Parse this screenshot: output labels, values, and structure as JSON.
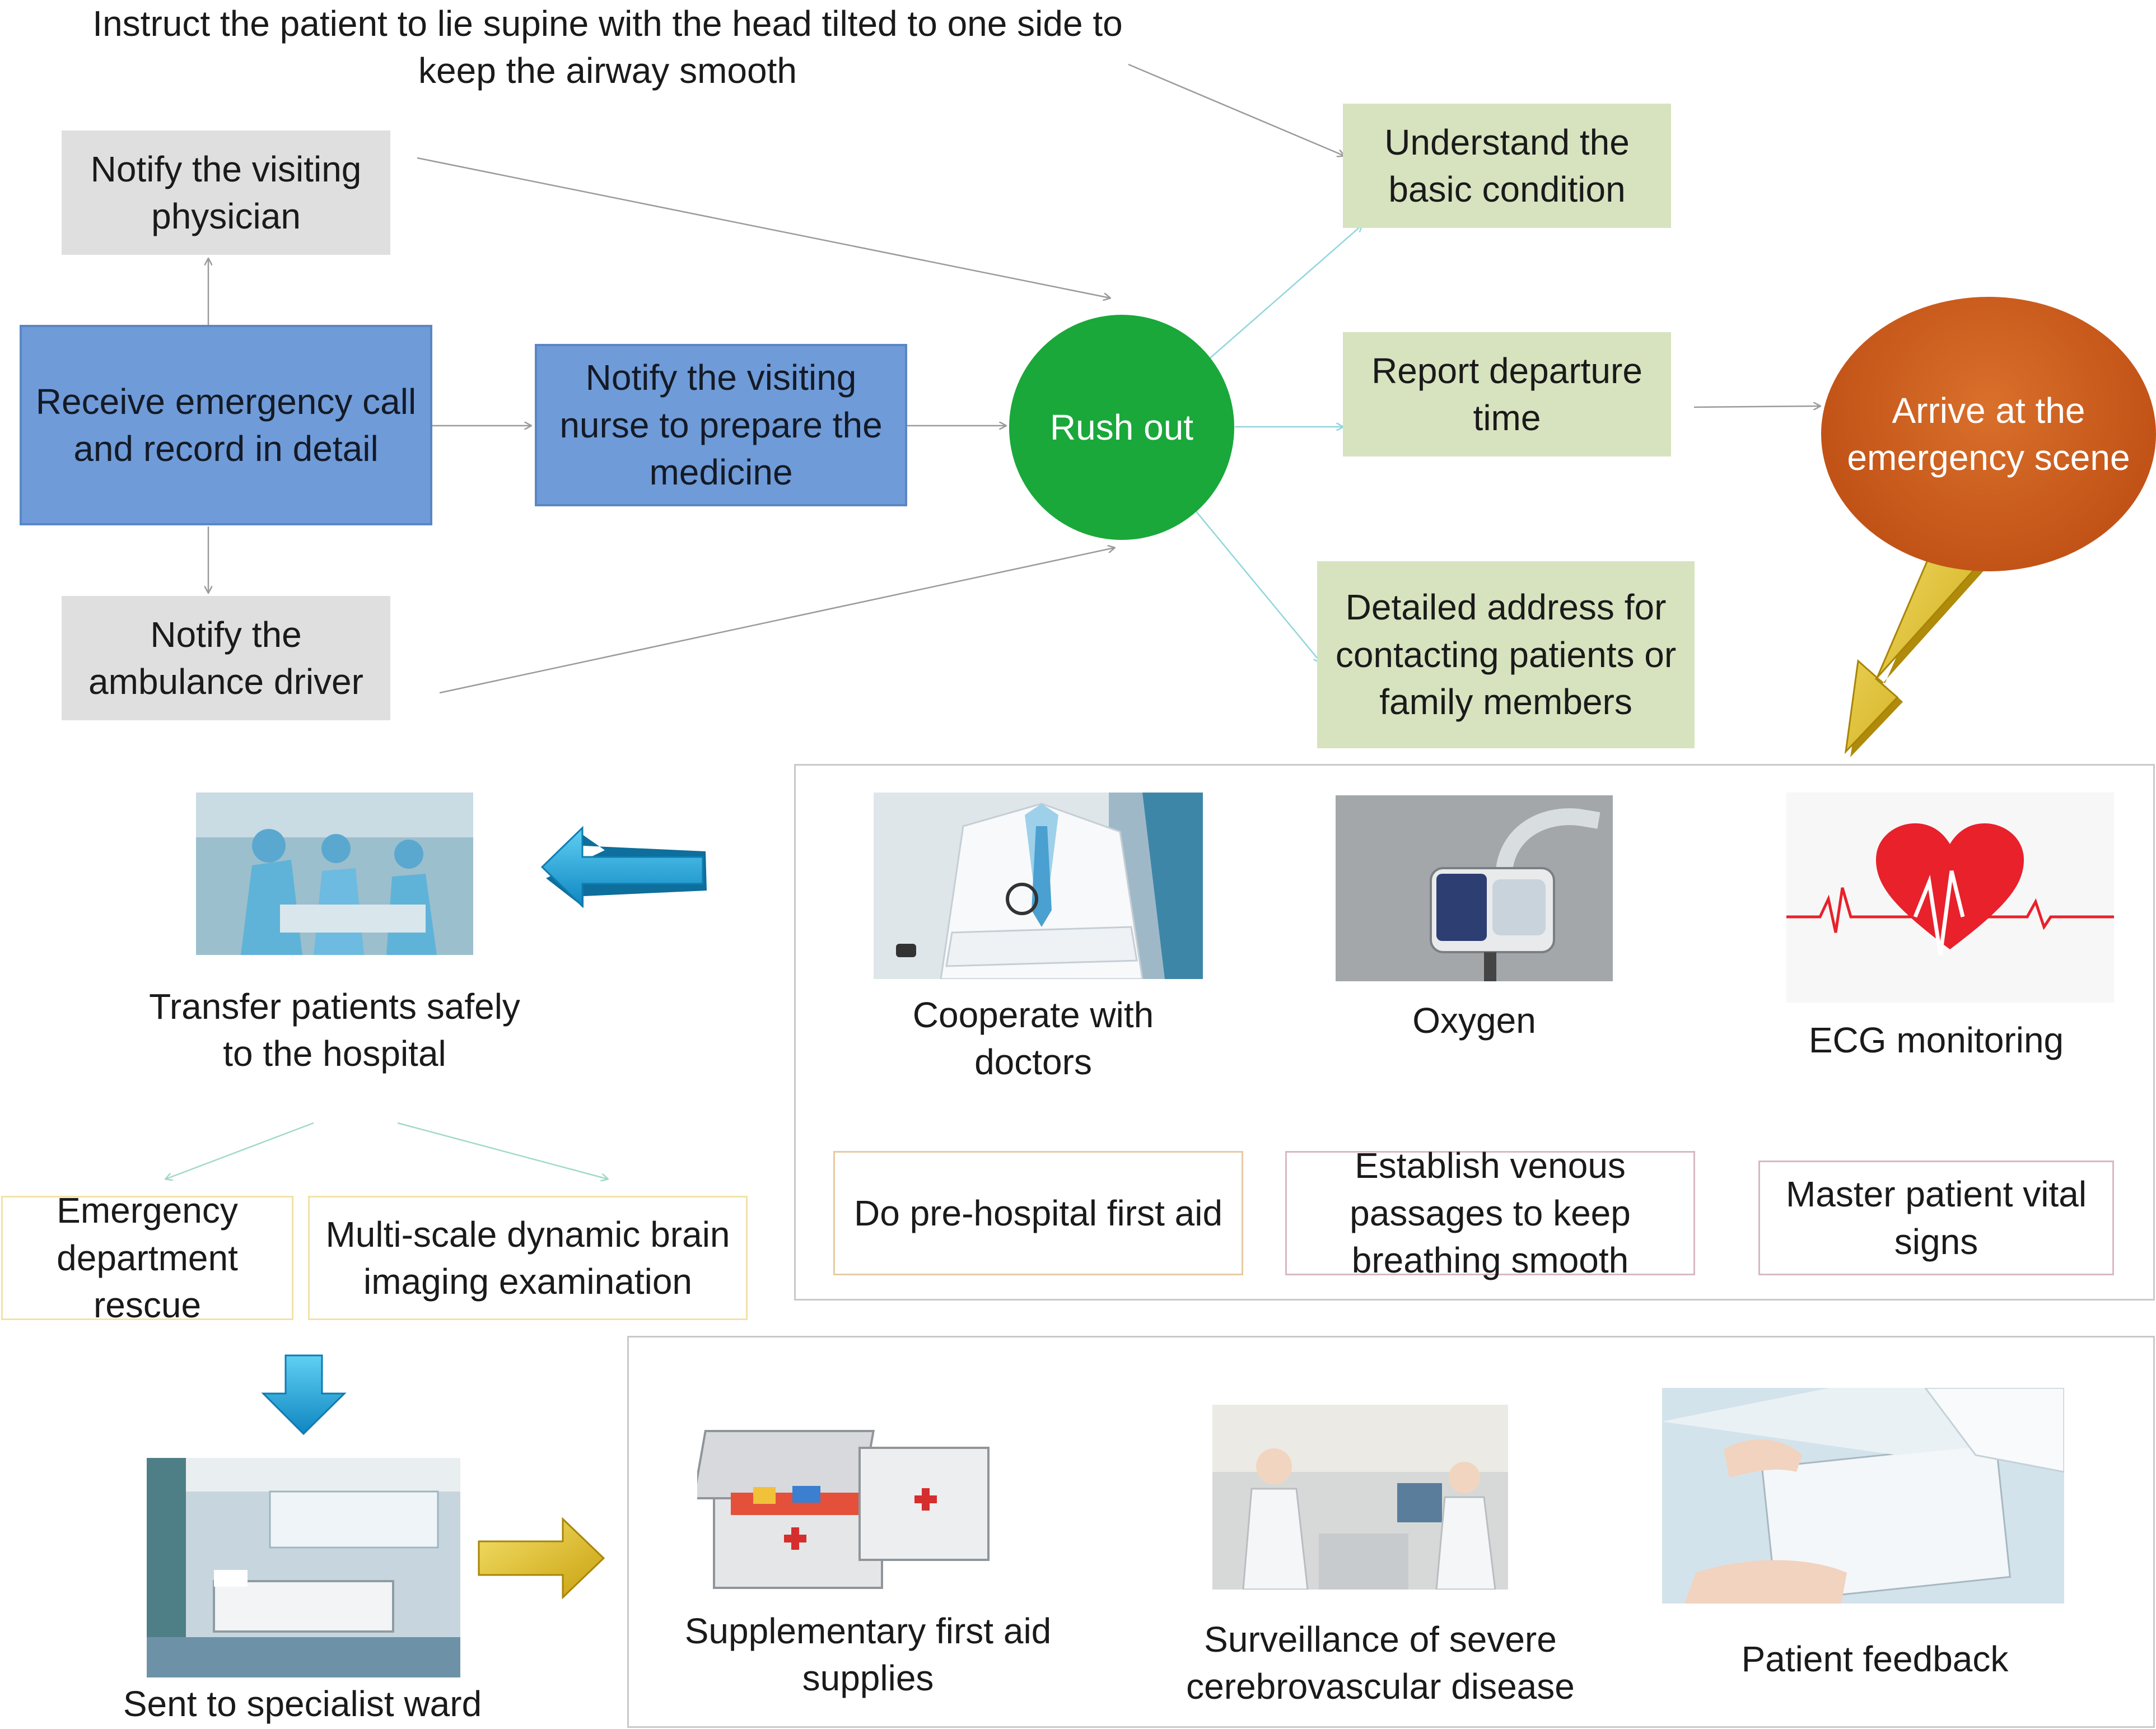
{
  "top_note": {
    "line1": "Instruct the patient to lie supine with the head tilted to one side to",
    "line2": "keep the airway smooth"
  },
  "nodes": {
    "notify_physician": {
      "line1": "Notify the visiting",
      "line2": "physician"
    },
    "receive_call": {
      "line1": "Receive emergency call",
      "line2": "and record in detail"
    },
    "notify_driver": {
      "line1": "Notify the",
      "line2": "ambulance driver"
    },
    "notify_nurse": {
      "line1": "Notify the visiting",
      "line2": "nurse to prepare the",
      "line3": "medicine"
    },
    "rush_out": "Rush out",
    "understand_condition": {
      "line1": "Understand the",
      "line2": "basic condition"
    },
    "report_departure": {
      "line1": "Report departure",
      "line2": "time"
    },
    "detailed_address": {
      "line1": "Detailed address for",
      "line2": "contacting patients or",
      "line3": "family members"
    },
    "arrive_scene": {
      "line1": "Arrive at the",
      "line2": "emergency scene"
    }
  },
  "scene_panel": {
    "cooperate": {
      "line1": "Cooperate with",
      "line2": "doctors"
    },
    "oxygen": "Oxygen",
    "ecg": "ECG monitoring",
    "first_aid": "Do pre-hospital first aid",
    "venous": {
      "line1": "Establish venous",
      "line2": "passages to keep",
      "line3": "breathing smooth"
    },
    "vital_signs": {
      "line1": "Master patient vital",
      "line2": "signs"
    }
  },
  "transfer": {
    "caption": {
      "line1": "Transfer patients safely",
      "line2": "to the hospital"
    },
    "er_rescue": {
      "line1": "Emergency",
      "line2": "department",
      "line3": "rescue"
    },
    "imaging": {
      "line1": "Multi-scale dynamic brain",
      "line2": "imaging examination"
    },
    "ward": "Sent to specialist ward"
  },
  "bottom_panel": {
    "supplies": {
      "line1": "Supplementary first aid",
      "line2": "supplies"
    },
    "surveillance": {
      "line1": "Surveillance of severe",
      "line2": "cerebrovascular disease"
    },
    "feedback": "Patient feedback"
  },
  "colors": {
    "gray_box": "#dfdfdf",
    "blue_box": "#6f9bd8",
    "green_box": "#d7e3bf",
    "rush_out_circle": "#1aa83a",
    "arrive_circle": "#c9561b",
    "cyan_arrow": "#1aa6de",
    "gold_arrow": "#e2c21a"
  }
}
